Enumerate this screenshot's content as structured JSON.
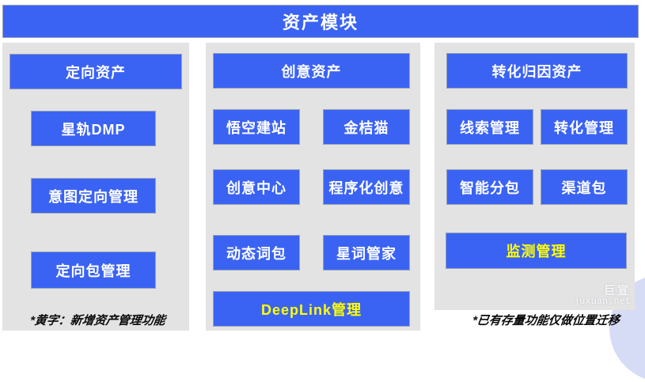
{
  "header": {
    "title": "资产模块"
  },
  "columns": [
    {
      "title": "定向资产",
      "items": [
        {
          "label": "星轨DMP",
          "highlight": false
        },
        {
          "label": "意图定向管理",
          "highlight": false
        },
        {
          "label": "定向包管理",
          "highlight": false
        }
      ]
    },
    {
      "title": "创意资产",
      "items": [
        {
          "label": "悟空建站",
          "highlight": false
        },
        {
          "label": "金桔猫",
          "highlight": false
        },
        {
          "label": "创意中心",
          "highlight": false
        },
        {
          "label": "程序化创意",
          "highlight": false
        },
        {
          "label": "动态词包",
          "highlight": false
        },
        {
          "label": "星词管家",
          "highlight": false
        },
        {
          "label": "DeepLink管理",
          "highlight": true
        }
      ]
    },
    {
      "title": "转化归因资产",
      "items": [
        {
          "label": "线索管理",
          "highlight": false
        },
        {
          "label": "转化管理",
          "highlight": false
        },
        {
          "label": "智能分包",
          "highlight": false
        },
        {
          "label": "渠道包",
          "highlight": false
        },
        {
          "label": "监测管理",
          "highlight": true
        }
      ]
    }
  ],
  "notes": {
    "left": "*黄字：新增资产管理功能",
    "right": "*已有存量功能仅做位置迁移"
  },
  "watermark": {
    "brand": "巨宣",
    "site": "juxuan.net"
  },
  "colors": {
    "primary": "#3b63f3",
    "panel": "#e3e3e3",
    "highlight": "#ffff00",
    "blob": "#d6dcf6"
  }
}
